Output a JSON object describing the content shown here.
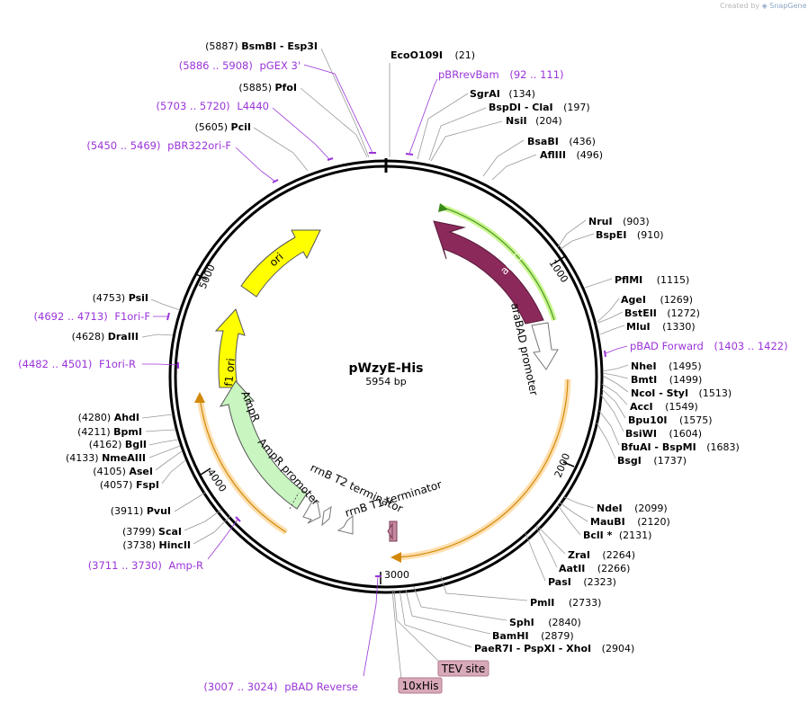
{
  "credit": {
    "prefix": "Created by",
    "brand": "SnapGene"
  },
  "plasmid": {
    "name": "pWzyE-His",
    "length_label": "5954 bp",
    "length": 5954
  },
  "ticks": [
    "1000",
    "2000",
    "3000",
    "4000",
    "5000"
  ],
  "sites": [
    {
      "name": "BsmBI - Esp3I",
      "pos": "(5887)"
    },
    {
      "name": "PfoI",
      "pos": "(5885)"
    },
    {
      "name": "PciI",
      "pos": "(5605)"
    },
    {
      "name": "EcoO109I",
      "pos": "(21)"
    },
    {
      "name": "SgrAI",
      "pos": "(134)"
    },
    {
      "name": "BspDI - ClaI",
      "pos": "(197)"
    },
    {
      "name": "NsiI",
      "pos": "(204)"
    },
    {
      "name": "BsaBI",
      "pos": "(436)"
    },
    {
      "name": "AflIII",
      "pos": "(496)"
    },
    {
      "name": "NruI",
      "pos": "(903)"
    },
    {
      "name": "BspEI",
      "pos": "(910)"
    },
    {
      "name": "PflMI",
      "pos": "(1115)"
    },
    {
      "name": "AgeI",
      "pos": "(1269)"
    },
    {
      "name": "BstEII",
      "pos": "(1272)"
    },
    {
      "name": "MluI",
      "pos": "(1330)"
    },
    {
      "name": "NheI",
      "pos": "(1495)"
    },
    {
      "name": "BmtI",
      "pos": "(1499)"
    },
    {
      "name": "NcoI - StyI",
      "pos": "(1513)"
    },
    {
      "name": "AccI",
      "pos": "(1549)"
    },
    {
      "name": "Bpu10I",
      "pos": "(1575)"
    },
    {
      "name": "BsiWI",
      "pos": "(1604)"
    },
    {
      "name": "BfuAI - BspMI",
      "pos": "(1683)"
    },
    {
      "name": "BsgI",
      "pos": "(1737)"
    },
    {
      "name": "NdeI",
      "pos": "(2099)"
    },
    {
      "name": "MauBI",
      "pos": "(2120)"
    },
    {
      "name": "BclI *",
      "pos": "(2131)"
    },
    {
      "name": "ZraI",
      "pos": "(2264)"
    },
    {
      "name": "AatII",
      "pos": "(2266)"
    },
    {
      "name": "PasI",
      "pos": "(2323)"
    },
    {
      "name": "PmlI",
      "pos": "(2733)"
    },
    {
      "name": "SphI",
      "pos": "(2840)"
    },
    {
      "name": "BamHI",
      "pos": "(2879)"
    },
    {
      "name": "PaeR7I - PspXI - XhoI",
      "pos": "(2904)"
    },
    {
      "name": "PsiI",
      "pos": "(4753)"
    },
    {
      "name": "DraIII",
      "pos": "(4628)"
    },
    {
      "name": "AhdI",
      "pos": "(4280)"
    },
    {
      "name": "BpmI",
      "pos": "(4211)"
    },
    {
      "name": "BglI",
      "pos": "(4162)"
    },
    {
      "name": "NmeAIII",
      "pos": "(4133)"
    },
    {
      "name": "AseI",
      "pos": "(4105)"
    },
    {
      "name": "FspI",
      "pos": "(4057)"
    },
    {
      "name": "PvuI",
      "pos": "(3911)"
    },
    {
      "name": "ScaI",
      "pos": "(3799)"
    },
    {
      "name": "HincII",
      "pos": "(3738)"
    }
  ],
  "primers": [
    {
      "name": "pGEX 3'",
      "range": "(5886 .. 5908)"
    },
    {
      "name": "L4440",
      "range": "(5703 .. 5720)"
    },
    {
      "name": "pBR322ori-F",
      "range": "(5450 .. 5469)"
    },
    {
      "name": "pBRrevBam",
      "range": "(92 .. 111)"
    },
    {
      "name": "pBAD Forward",
      "range": "(1403 .. 1422)"
    },
    {
      "name": "F1ori-F",
      "range": "(4692 .. 4713)"
    },
    {
      "name": "F1ori-R",
      "range": "(4482 .. 4501)"
    },
    {
      "name": "Amp-R",
      "range": "(3711 .. 3730)"
    },
    {
      "name": "pBAD Reverse",
      "range": "(3007 .. 3024)"
    }
  ],
  "features": [
    {
      "name": "araC",
      "color": "#8b2a5a"
    },
    {
      "name": "araBAD promoter",
      "color": "#ffffff"
    },
    {
      "name": "ori",
      "color": "#ffff00"
    },
    {
      "name": "f1 ori",
      "color": "#ffff00"
    },
    {
      "name": "AmpR",
      "color": "#c8f5c0"
    },
    {
      "name": "AmpR promoter",
      "color": "#ffffff"
    },
    {
      "name": "rrnB T2 terminator",
      "color": "#ffffff"
    },
    {
      "name": "rrnB T1 terminator",
      "color": "#ffffff"
    }
  ],
  "tags": [
    {
      "name": "TEV site",
      "color": "#d8a9b9"
    },
    {
      "name": "10xHis",
      "color": "#d8a9b9"
    }
  ]
}
